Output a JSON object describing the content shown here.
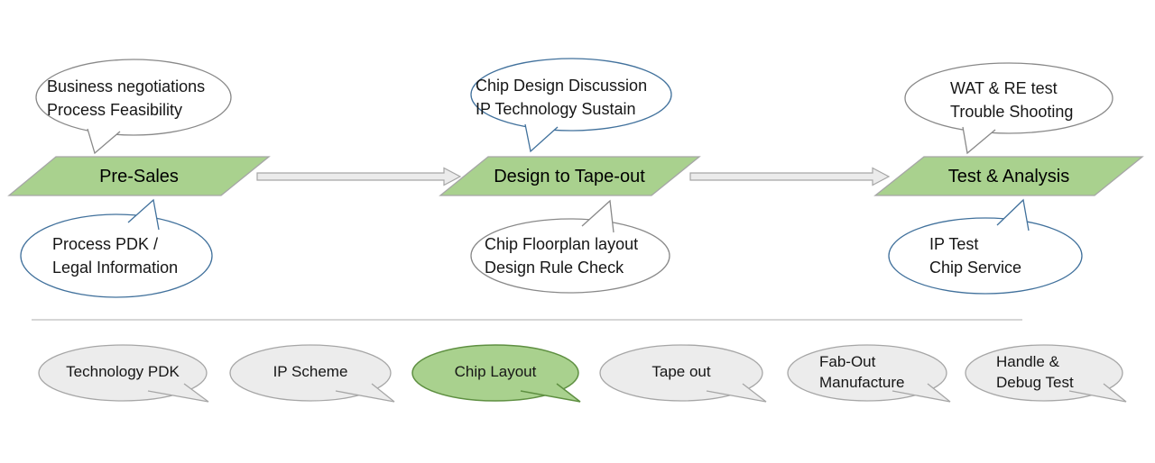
{
  "colors": {
    "stage_fill": "#a9d18e",
    "stage_border": "#a6a6a6",
    "stage_text": "#000000",
    "bubble_fill": "#ffffff",
    "bubble_gray_border": "#898989",
    "bubble_blue_border": "#41719c",
    "arrow_fill": "#ebebeb",
    "arrow_border": "#a6a6a6",
    "divider": "#c9c9c9",
    "step_fill": "#ececec",
    "step_border": "#a6a6a6",
    "step_highlight_fill": "#a9d18e",
    "step_highlight_border": "#5e8f41",
    "text": "#161616"
  },
  "stages": [
    {
      "label": "Pre-Sales",
      "above": {
        "line1": "Business negotiations",
        "line2": "Process Feasibility"
      },
      "below": {
        "line1": "Process PDK /",
        "line2": "Legal Information"
      }
    },
    {
      "label": "Design to Tape-out",
      "above": {
        "line1": "Chip Design Discussion",
        "line2": "IP Technology Sustain"
      },
      "below": {
        "line1": "Chip Floorplan layout",
        "line2": "Design Rule Check"
      }
    },
    {
      "label": "Test & Analysis",
      "above": {
        "line1": "WAT & RE test",
        "line2": "Trouble Shooting"
      },
      "below": {
        "line1": "IP Test",
        "line2": "Chip Service"
      }
    }
  ],
  "bottom_steps": [
    {
      "label": "Technology PDK",
      "highlighted": false
    },
    {
      "label": "IP Scheme",
      "highlighted": false
    },
    {
      "label": "Chip Layout",
      "highlighted": true
    },
    {
      "label": "Tape out",
      "highlighted": false
    },
    {
      "label": "Fab-Out Manufacture",
      "line1": "Fab-Out",
      "line2": "Manufacture",
      "highlighted": false
    },
    {
      "label": "Handle & Debug Test",
      "line1": "Handle &",
      "line2": "Debug Test",
      "highlighted": false
    }
  ]
}
